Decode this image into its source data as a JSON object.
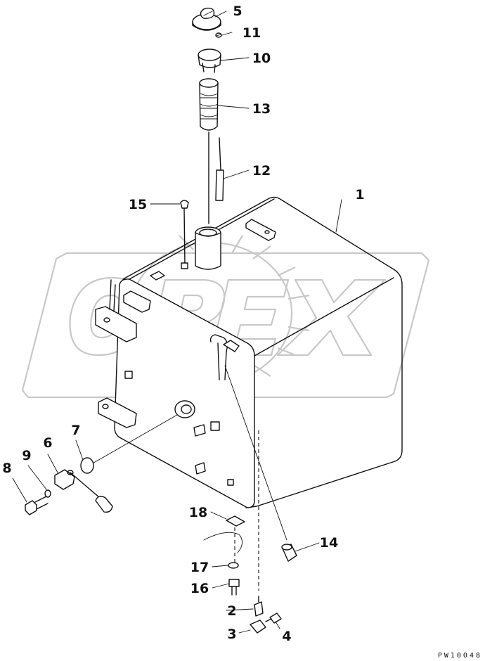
{
  "diagram": {
    "drawing_code": "PW10048",
    "watermark_text": "OPEX",
    "callouts": [
      {
        "id": "1",
        "label": "1",
        "part": "tank"
      },
      {
        "id": "2",
        "label": "2",
        "part": "drain-valve"
      },
      {
        "id": "3",
        "label": "3",
        "part": "drain-elbow"
      },
      {
        "id": "4",
        "label": "4",
        "part": "drain-plug"
      },
      {
        "id": "5",
        "label": "5",
        "part": "filler-cap"
      },
      {
        "id": "6",
        "label": "6",
        "part": "level-sensor"
      },
      {
        "id": "7",
        "label": "7",
        "part": "sensor-gasket"
      },
      {
        "id": "8",
        "label": "8",
        "part": "sensor-bolt"
      },
      {
        "id": "9",
        "label": "9",
        "part": "sensor-washer"
      },
      {
        "id": "10",
        "label": "10",
        "part": "cap-ring"
      },
      {
        "id": "11",
        "label": "11",
        "part": "small-screw"
      },
      {
        "id": "12",
        "label": "12",
        "part": "dipstick"
      },
      {
        "id": "13",
        "label": "13",
        "part": "filler-strainer"
      },
      {
        "id": "14",
        "label": "14",
        "part": "hose-fitting"
      },
      {
        "id": "15",
        "label": "15",
        "part": "breather"
      },
      {
        "id": "16",
        "label": "16",
        "part": "mount-bolt"
      },
      {
        "id": "17",
        "label": "17",
        "part": "mount-washer"
      },
      {
        "id": "18",
        "label": "18",
        "part": "mount-plate"
      }
    ]
  }
}
